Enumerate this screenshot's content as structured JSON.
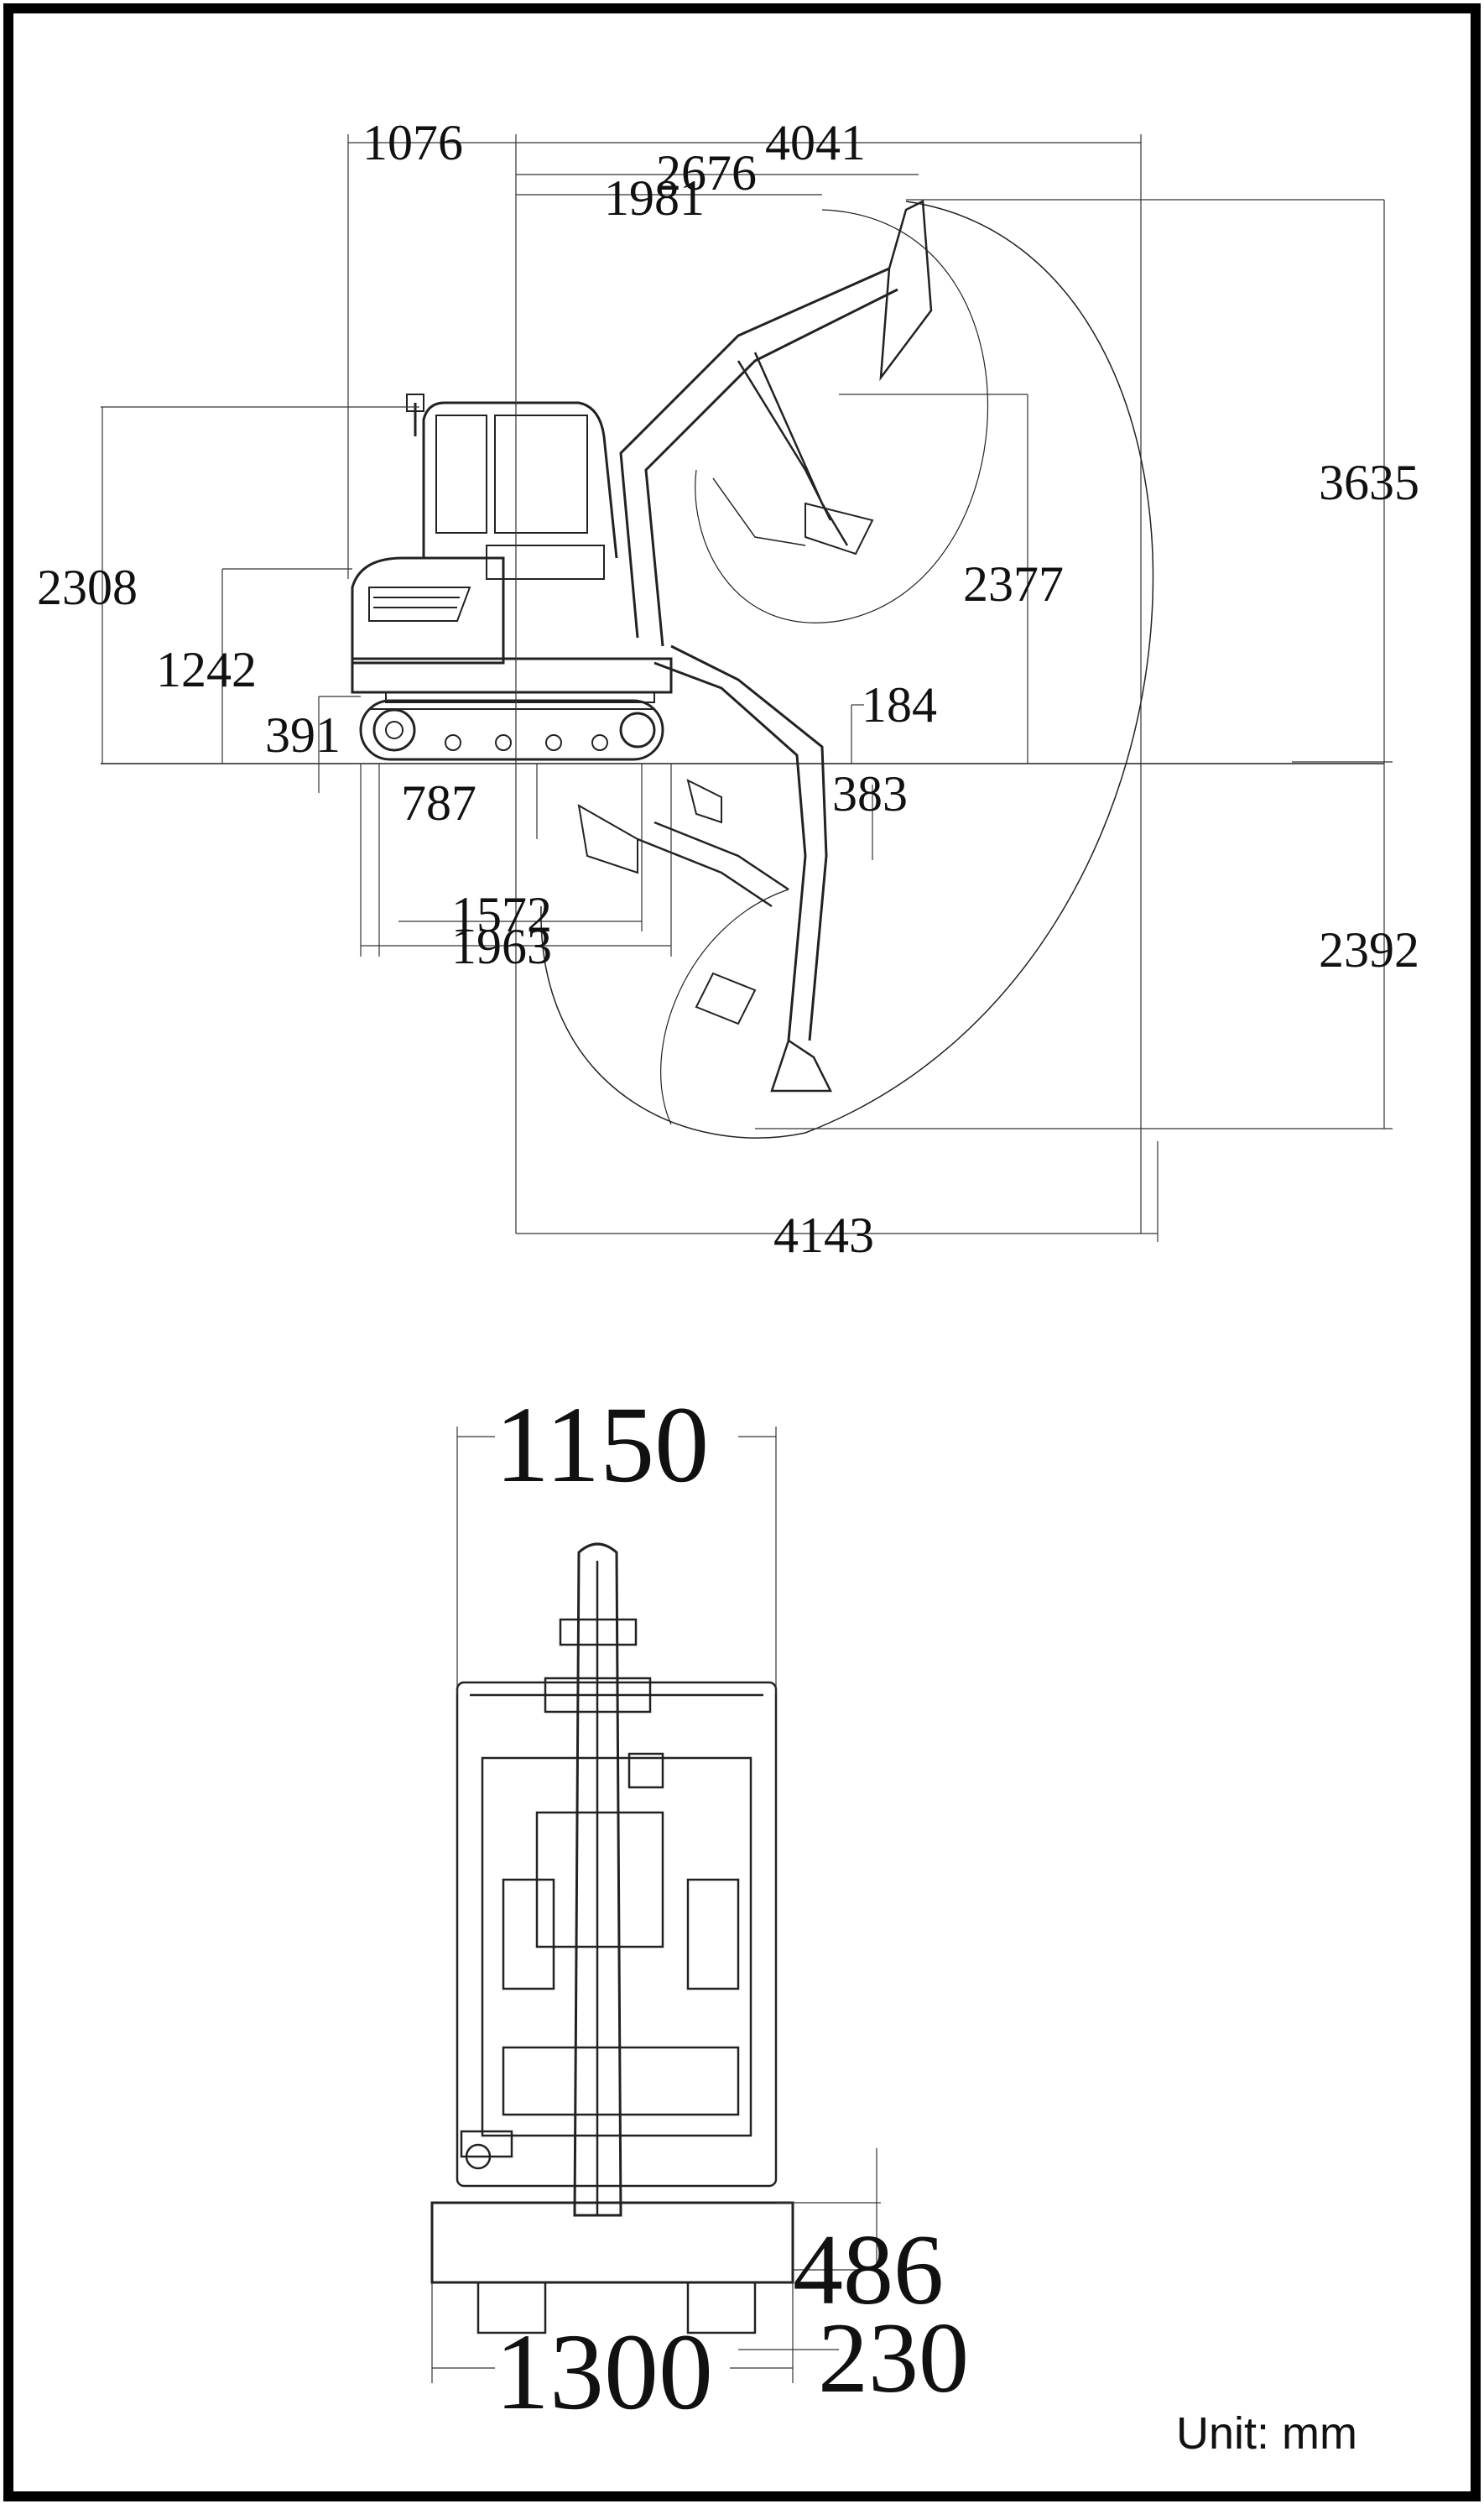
{
  "side_view": {
    "dims": {
      "d1076": "1076",
      "d4041": "4041",
      "d2676": "2676",
      "d1981": "1981",
      "d3635": "3635",
      "d2308": "2308",
      "d2377": "2377",
      "d1242": "1242",
      "d184": "184",
      "d391": "391",
      "d787": "787",
      "d383": "383",
      "d1572": "1572",
      "d1963": "1963",
      "d2392": "2392",
      "d4143": "4143"
    }
  },
  "front_view": {
    "dims": {
      "d1150": "1150",
      "d486": "486",
      "d1300": "1300",
      "d230": "230"
    }
  },
  "unit_note": "Unit: mm"
}
